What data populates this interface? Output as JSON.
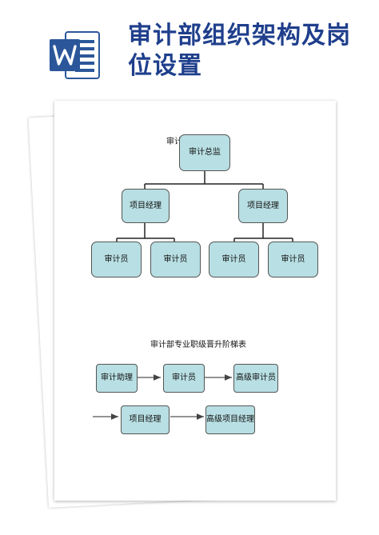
{
  "header": {
    "title": "审计部组织架构及岗位设置",
    "logo": "word-icon"
  },
  "org_chart": {
    "partial_label": "审计",
    "director": "审计总监",
    "managers": [
      "项目经理",
      "项目经理"
    ],
    "auditors": [
      "审计员",
      "审计员",
      "审计员",
      "审计员"
    ]
  },
  "ladder": {
    "title": "审计部专业职级晋升阶梯表",
    "row1": [
      "审计助理",
      "审计员",
      "高级审计员"
    ],
    "row2": [
      "项目经理",
      "高级项目经理"
    ]
  },
  "colors": {
    "box_fill": "#b8dfe3",
    "title_blue": "#1f3f8c",
    "logo_blue": "#2b579a"
  }
}
